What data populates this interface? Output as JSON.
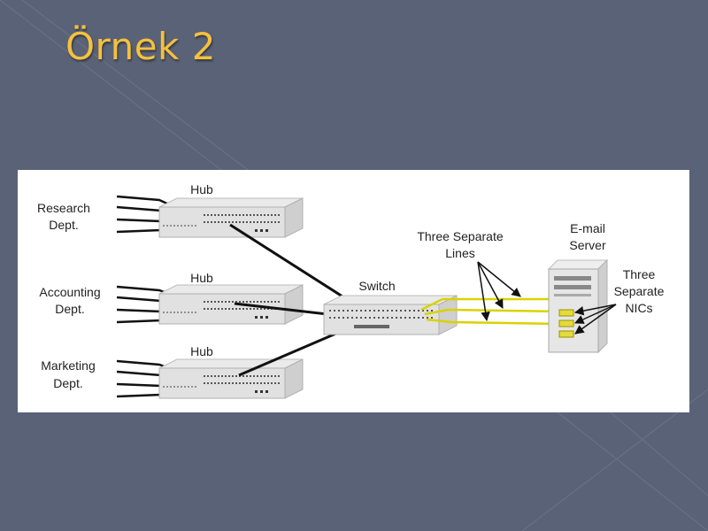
{
  "slide": {
    "title": "Örnek 2",
    "colors": {
      "background": "#5a6277",
      "title": "#f5c13e",
      "figure": "#ffffff",
      "fiber": "#d8d300"
    }
  },
  "diagram": {
    "departments": [
      {
        "line1": "Research",
        "line2": "Dept."
      },
      {
        "line1": "Accounting",
        "line2": "Dept."
      },
      {
        "line1": "Marketing",
        "line2": "Dept."
      }
    ],
    "hub_label": "Hub",
    "switch_label": "Switch",
    "lines_label": {
      "line1": "Three Separate",
      "line2": "Lines"
    },
    "server_label": {
      "line1": "E-mail",
      "line2": "Server"
    },
    "nics_label": {
      "line1": "Three",
      "line2": "Separate",
      "line3": "NICs"
    }
  }
}
